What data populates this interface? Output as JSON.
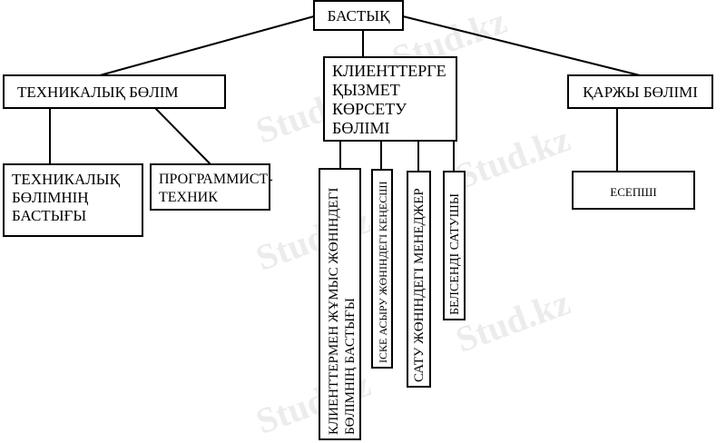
{
  "watermark": "Stud.kz",
  "nodes": {
    "head": "БАСТЫҚ",
    "tech_dept": "ТЕХНИКАЛЫҚ БӨЛІМ",
    "client_dept": "КЛИЕНТТЕРГЕ ҚЫЗМЕТ КӨРСЕТУ БӨЛІМІ",
    "finance_dept": "ҚАРЖЫ БӨЛІМІ",
    "tech_head": "ТЕХНИКАЛЫҚ БӨЛІМНІҢ БАСТЫҒЫ",
    "programmer": "ПРОГРАММИСТ-ТЕХНИК",
    "client_head": "КЛИЕНТТЕРМЕН ЖҰМЫС ЖӨНІНДЕГІ БӨЛІМНІҢ БАСТЫҒЫ",
    "consultant": "ІСКЕ АСЫРУ ЖӨНІНДЕГІ КЕҢЕСШІ",
    "sales_manager": "САТУ ЖӨНІНДЕГІ МЕНЕДЖЕР",
    "active_seller": "БЕЛСЕНДІ САТУШЫ",
    "accountant": "ЕСЕПШІ"
  }
}
